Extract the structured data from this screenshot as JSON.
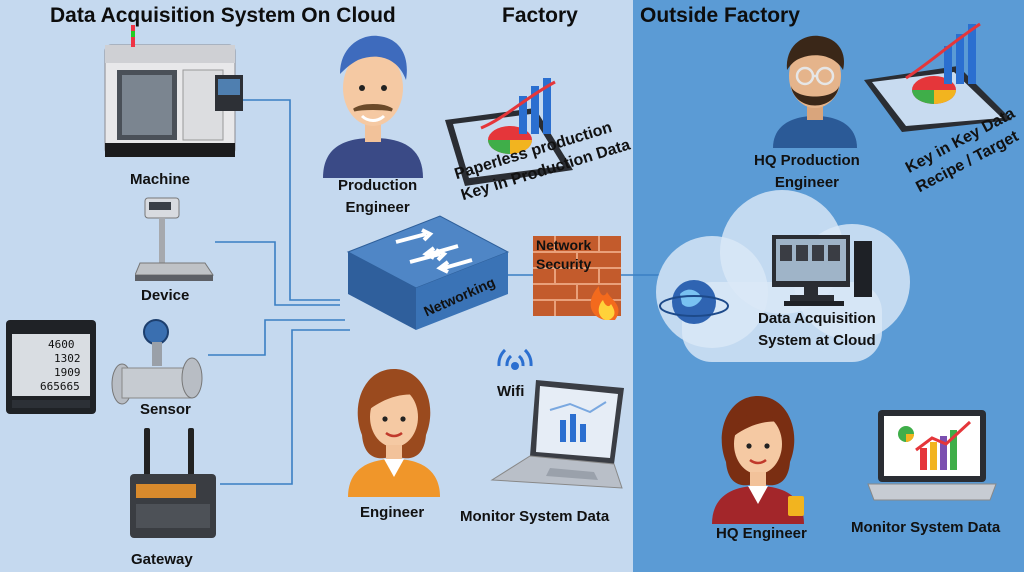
{
  "titles": {
    "system": "Data Acquisition System On Cloud",
    "factory": "Factory",
    "outside": "Outside Factory"
  },
  "labels": {
    "machine": "Machine",
    "device": "Device",
    "sensor": "Sensor",
    "gateway": "Gateway",
    "production_engineer": [
      "Production",
      "Engineer"
    ],
    "paperless": [
      "Paperless production",
      "Key in Production Data"
    ],
    "networking": "Networking",
    "network_security": [
      "Network",
      "Security"
    ],
    "wifi": "Wifi",
    "engineer": "Engineer",
    "monitor_factory": "Monitor System Data",
    "hq_production_engineer": [
      "HQ Production",
      "Engineer"
    ],
    "key_in": [
      "Key in Key Data",
      "Recipe / Target"
    ],
    "das_cloud": [
      "Data Acquisition",
      "System at Cloud"
    ],
    "hq_engineer": "HQ Engineer",
    "monitor_outside": "Monitor System Data"
  },
  "meter_readout": [
    "4600",
    "1302",
    "1909",
    "665665"
  ],
  "colors": {
    "factory_bg": "#c5d9ef",
    "outside_bg": "#5b9bd5",
    "line": "#3a7fc4"
  }
}
